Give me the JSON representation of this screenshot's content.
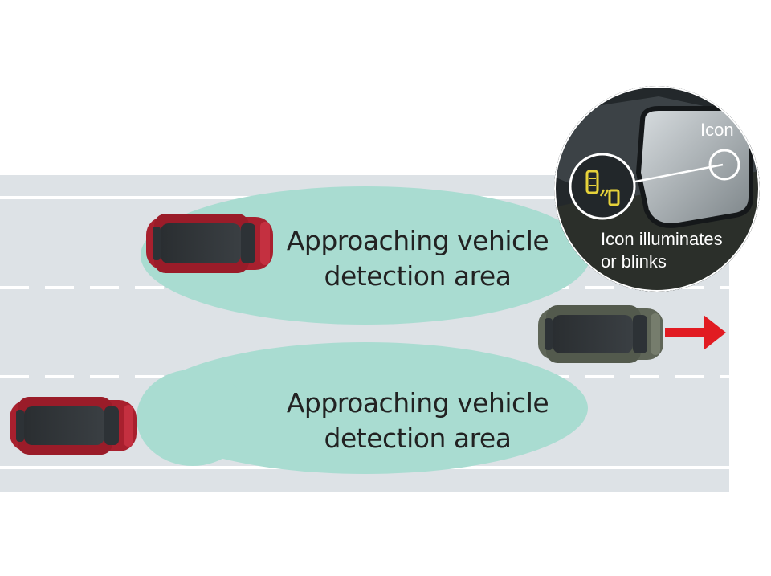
{
  "road": {
    "surface_color": "#dde2e6",
    "line_color": "#ffffff",
    "zone_color": "#a9dcd1"
  },
  "zones": [
    {
      "line1": "Approaching vehicle",
      "line2": "detection area"
    },
    {
      "line1": "Approaching vehicle",
      "line2": "detection area"
    }
  ],
  "vehicles": {
    "approaching_color": "#a8202e",
    "own_vehicle_color": "#5f6658",
    "direction_arrow_color": "#e11b22"
  },
  "inset": {
    "icon_label": "Icon",
    "status_line1": "Icon illuminates",
    "status_line2": "or blinks",
    "indicator_color": "#e6d23a",
    "icon_name": "approaching-vehicle-warning-icon"
  }
}
